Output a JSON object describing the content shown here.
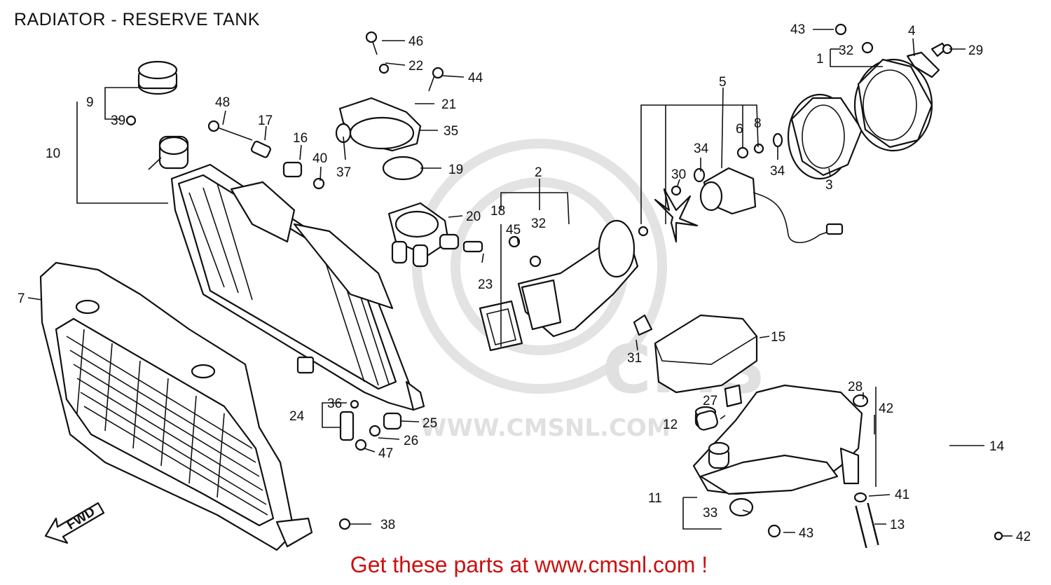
{
  "title": "RADIATOR - RESERVE TANK",
  "watermark": {
    "brand": "CMS",
    "site": "WWW.CMSNL.COM"
  },
  "footer": "Get these parts at www.cmsnl.com !",
  "fwd_label": "FWD",
  "colors": {
    "footer": "#cc1010",
    "ink": "#111111",
    "watermark": "#e0e0e0"
  },
  "labels": {
    "l1": "1",
    "l2": "2",
    "l3": "3",
    "l4": "4",
    "l5": "5",
    "l6": "6",
    "l7": "7",
    "l8": "8",
    "l9": "9",
    "l10": "10",
    "l11": "11",
    "l12": "12",
    "l13": "13",
    "l14": "14",
    "l15": "15",
    "l16": "16",
    "l17": "17",
    "l18": "18",
    "l19": "19",
    "l20": "20",
    "l21": "21",
    "l22": "22",
    "l23": "23",
    "l24": "24",
    "l25": "25",
    "l26": "26",
    "l27": "27",
    "l28": "28",
    "l29": "29",
    "l30": "30",
    "l31": "31",
    "l32a": "32",
    "l32b": "32",
    "l33": "33",
    "l34a": "34",
    "l34b": "34",
    "l35": "35",
    "l36": "36",
    "l37": "37",
    "l38": "38",
    "l39": "39",
    "l40": "40",
    "l41": "41",
    "l42a": "42",
    "l42b": "42",
    "l43a": "43",
    "l43b": "43",
    "l44": "44",
    "l45": "45",
    "l46": "46",
    "l47": "47",
    "l48": "48"
  }
}
